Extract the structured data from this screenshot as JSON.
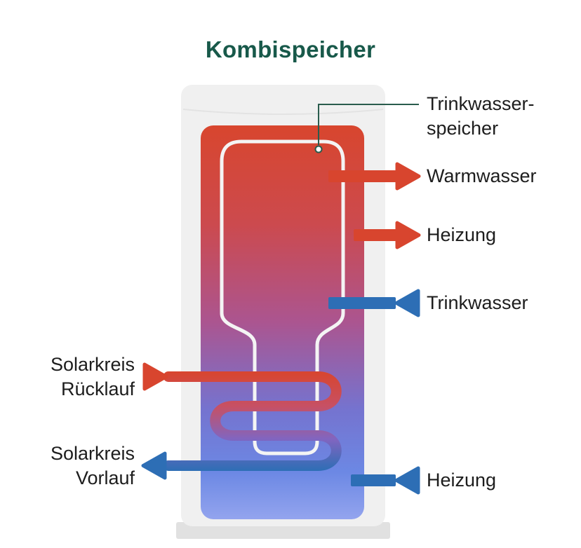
{
  "title": "Kombispeicher",
  "labels": {
    "trinkwasserspeicher_line1": "Trinkwasser-",
    "trinkwasserspeicher_line2": "speicher",
    "warmwasser": "Warmwasser",
    "heizung_top": "Heizung",
    "trinkwasser": "Trinkwasser",
    "solarkreis_ruecklauf_line1": "Solarkreis",
    "solarkreis_ruecklauf_line2": "Rücklauf",
    "solarkreis_vorlauf_line1": "Solarkreis",
    "solarkreis_vorlauf_line2": "Vorlauf",
    "heizung_bottom": "Heizung"
  },
  "colors": {
    "title_green": "#18594a",
    "callout_green": "#2a5c4d",
    "hot_red": "#d8452e",
    "cold_blue": "#2d6eb5",
    "label_text": "#1d1d1d",
    "tank_gray": "#f0f0f0",
    "base_gray": "#e1e1e1",
    "gradient_top": "#d8462e",
    "gradient_bottom": "#93a4ee"
  },
  "arrows": [
    {
      "name": "warmwasser",
      "direction": "out-right",
      "color": "hot_red"
    },
    {
      "name": "heizung-top",
      "direction": "out-right",
      "color": "hot_red"
    },
    {
      "name": "trinkwasser",
      "direction": "in-left",
      "color": "cold_blue"
    },
    {
      "name": "solarkreis-ruecklauf",
      "direction": "in-right",
      "color": "hot_red"
    },
    {
      "name": "solarkreis-vorlauf",
      "direction": "out-left",
      "color": "cold_blue"
    },
    {
      "name": "heizung-bottom",
      "direction": "in-left",
      "color": "cold_blue"
    }
  ]
}
